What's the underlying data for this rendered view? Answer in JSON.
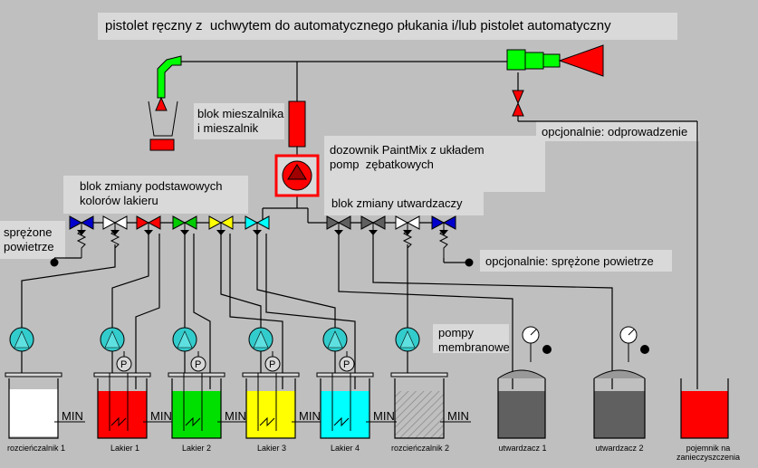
{
  "title": "pistolet ręczny z  uchwytem do automatycznego płukania i/lub pistolet automatyczny",
  "labels": {
    "mixer_block": "blok mieszalnika\ni mieszalnik",
    "dosing": "dozownik PaintMix z układem\npomp  zębatkowych",
    "base_colors": "blok zmiany podstawowych\nkolorów lakieru",
    "hardener_block": "blok zmiany utwardzaczy",
    "compressed_air": "sprężone\npowietrze",
    "optional_drain": "opcjonalnie: odprowadzenie",
    "optional_air": "opcjonalnie: sprężone powietrze",
    "membrane_pumps": "pompy\nmembranowe",
    "min": "MIN",
    "pressure": "P"
  },
  "tanks": [
    {
      "label": "rozcieńczalnik 1",
      "color": "#ffffff"
    },
    {
      "label": "Lakier 1",
      "color": "#ff0000"
    },
    {
      "label": "Lakier 2",
      "color": "#00e000"
    },
    {
      "label": "Lakier 3",
      "color": "#ffff00"
    },
    {
      "label": "Lakier 4",
      "color": "#00ffff"
    },
    {
      "label": "rozcieńczalnik 2",
      "color": "#ffffff"
    },
    {
      "label": "utwardzacz 1",
      "color": "#606060"
    },
    {
      "label": "utwardzacz 2",
      "color": "#606060"
    },
    {
      "label": "pojemnik na\nzanieczyszczenia",
      "color": "#ff0000"
    }
  ],
  "valves": [
    {
      "color": "#0000cc"
    },
    {
      "color": "#ffffff"
    },
    {
      "color": "#ff0000"
    },
    {
      "color": "#00cc00"
    },
    {
      "color": "#ffff00"
    },
    {
      "color": "#00ffff"
    },
    {
      "color": "#606060"
    },
    {
      "color": "#606060"
    },
    {
      "color": "#ffffff"
    },
    {
      "color": "#0000cc"
    }
  ],
  "colors": {
    "line": "#000000",
    "pump": "#33cccc",
    "gun_green": "#00ff00",
    "red": "#ff0000",
    "label_bg": "#d9d9d9"
  },
  "icons": [
    "spray-gun-icon",
    "hand-gun-icon",
    "mixer-icon",
    "gear-pump-icon",
    "valve-icon",
    "membrane-pump-icon",
    "pressure-gauge-icon",
    "air-spring-icon"
  ]
}
